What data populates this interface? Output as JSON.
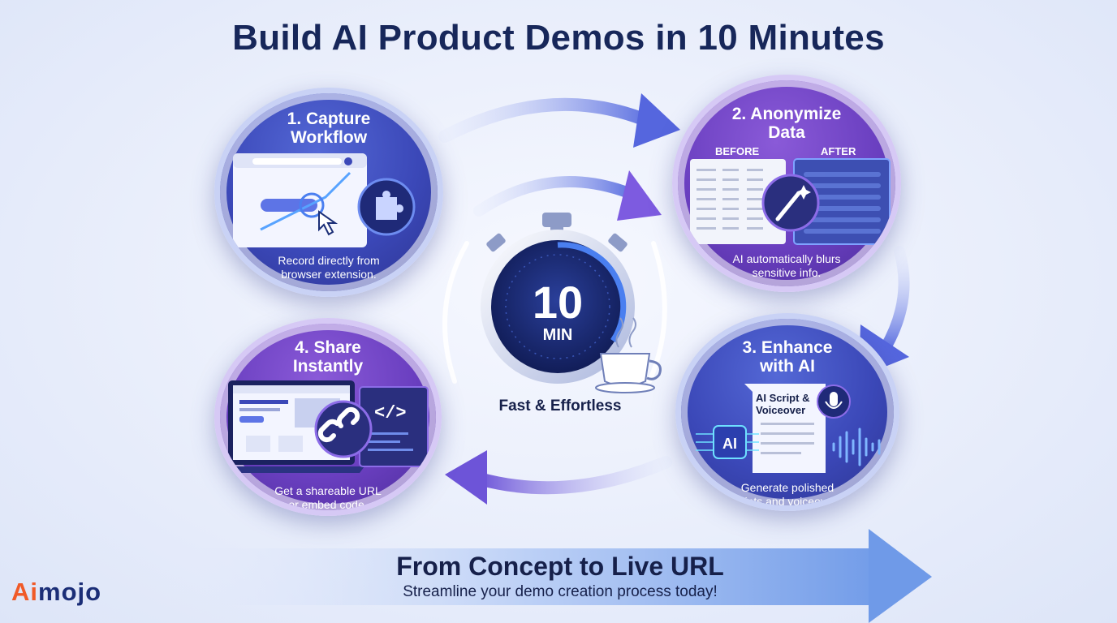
{
  "title": "Build AI Product Demos in 10 Minutes",
  "steps": [
    {
      "title_line1": "1. Capture",
      "title_line2": "Workflow",
      "desc_line1": "Record directly from",
      "desc_line2": "browser extension."
    },
    {
      "title_line1": "2. Anonymize",
      "title_line2": "Data",
      "before_label": "BEFORE",
      "after_label": "AFTER",
      "desc_line1": "AI automatically blurs",
      "desc_line2": "sensitive info."
    },
    {
      "title_line1": "3. Enhance",
      "title_line2": "with AI",
      "script_line1": "AI Script &",
      "script_line2": "Voiceover",
      "chip_label": "AI",
      "desc_line1": "Generate polished",
      "desc_line2": "scripts and voiceovers."
    },
    {
      "title_line1": "4. Share",
      "title_line2": "Instantly",
      "desc_line1": "Get a shareable URL",
      "desc_line2": "or embed code."
    }
  ],
  "timer": {
    "number": "10",
    "unit": "MIN",
    "caption": "Fast & Effortless"
  },
  "banner": {
    "title": "From Concept to Live URL",
    "subtitle": "Streamline your demo creation process today!"
  },
  "logo": {
    "part1": "A",
    "part2": "i",
    "part3": "mojo"
  },
  "colors": {
    "navy": "#16204a",
    "blue_step": "#3b48b8",
    "purple_step": "#6a3fc0",
    "logo_orange": "#f05a28",
    "logo_blue": "#1b2e77"
  }
}
